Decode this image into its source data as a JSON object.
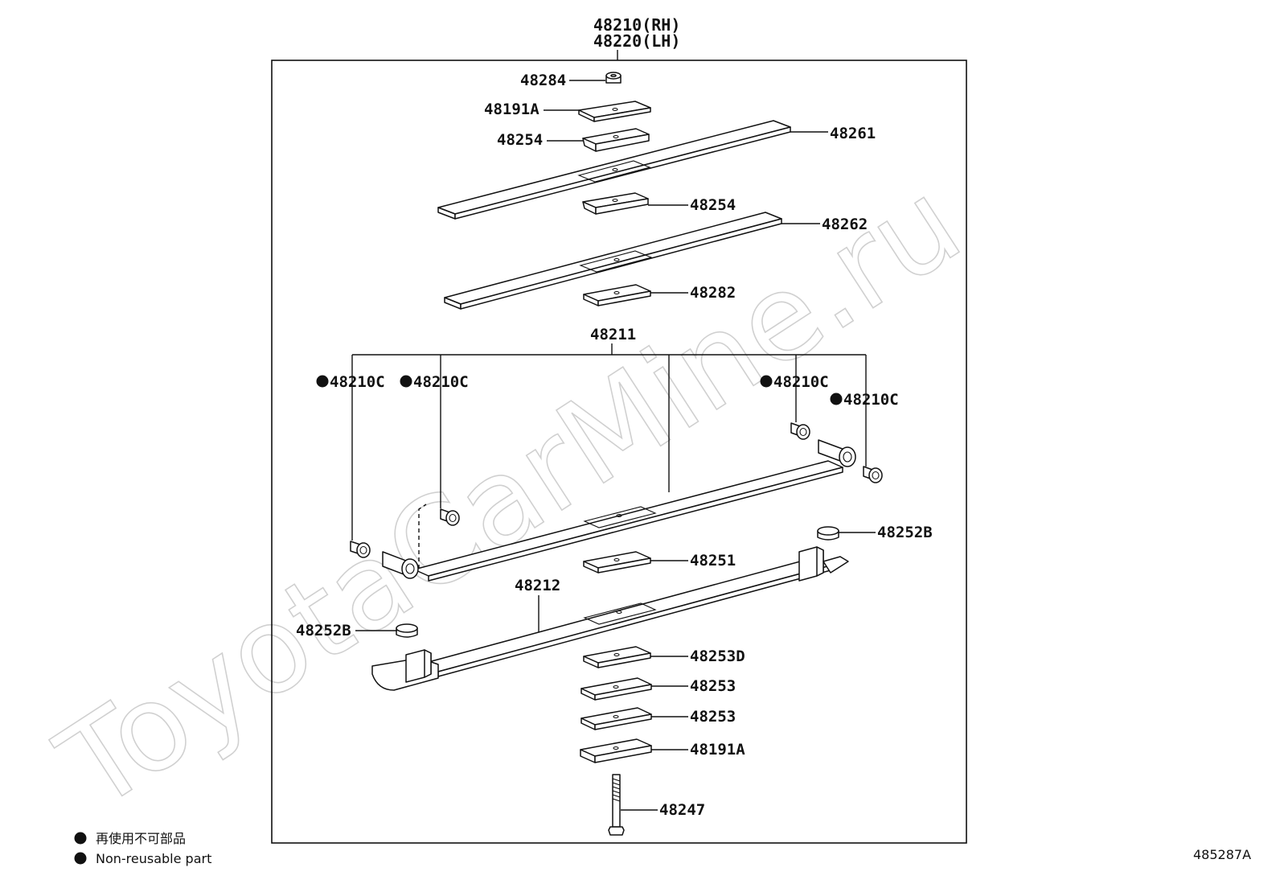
{
  "header": {
    "line1": "48210(RH)",
    "line2": "48220(LH)"
  },
  "labels": {
    "p48284": "48284",
    "p48191a_top": "48191A",
    "p48254_top": "48254",
    "p48261": "48261",
    "p48254_mid": "48254",
    "p48262": "48262",
    "p48282": "48282",
    "p48211": "48211",
    "bush1": "48210C",
    "bush2": "48210C",
    "bush3": "48210C",
    "bush4": "48210C",
    "p48252b_right": "48252B",
    "p48251": "48251",
    "p48212": "48212",
    "p48252b_left": "48252B",
    "p48253d": "48253D",
    "p48253_a": "48253",
    "p48253_b": "48253",
    "p48191a_bottom": "48191A",
    "p48247": "48247"
  },
  "legend": {
    "line_ja": "再使用不可部品",
    "line_en": "Non-reusable part"
  },
  "diagram_code": "485287A",
  "watermark": "ToyotaCarMine.ru",
  "colors": {
    "ink": "#111111",
    "watermark": "#d0d0d0",
    "background": "#ffffff"
  },
  "icons": {
    "non_reusable_marker": "filled-circle"
  }
}
